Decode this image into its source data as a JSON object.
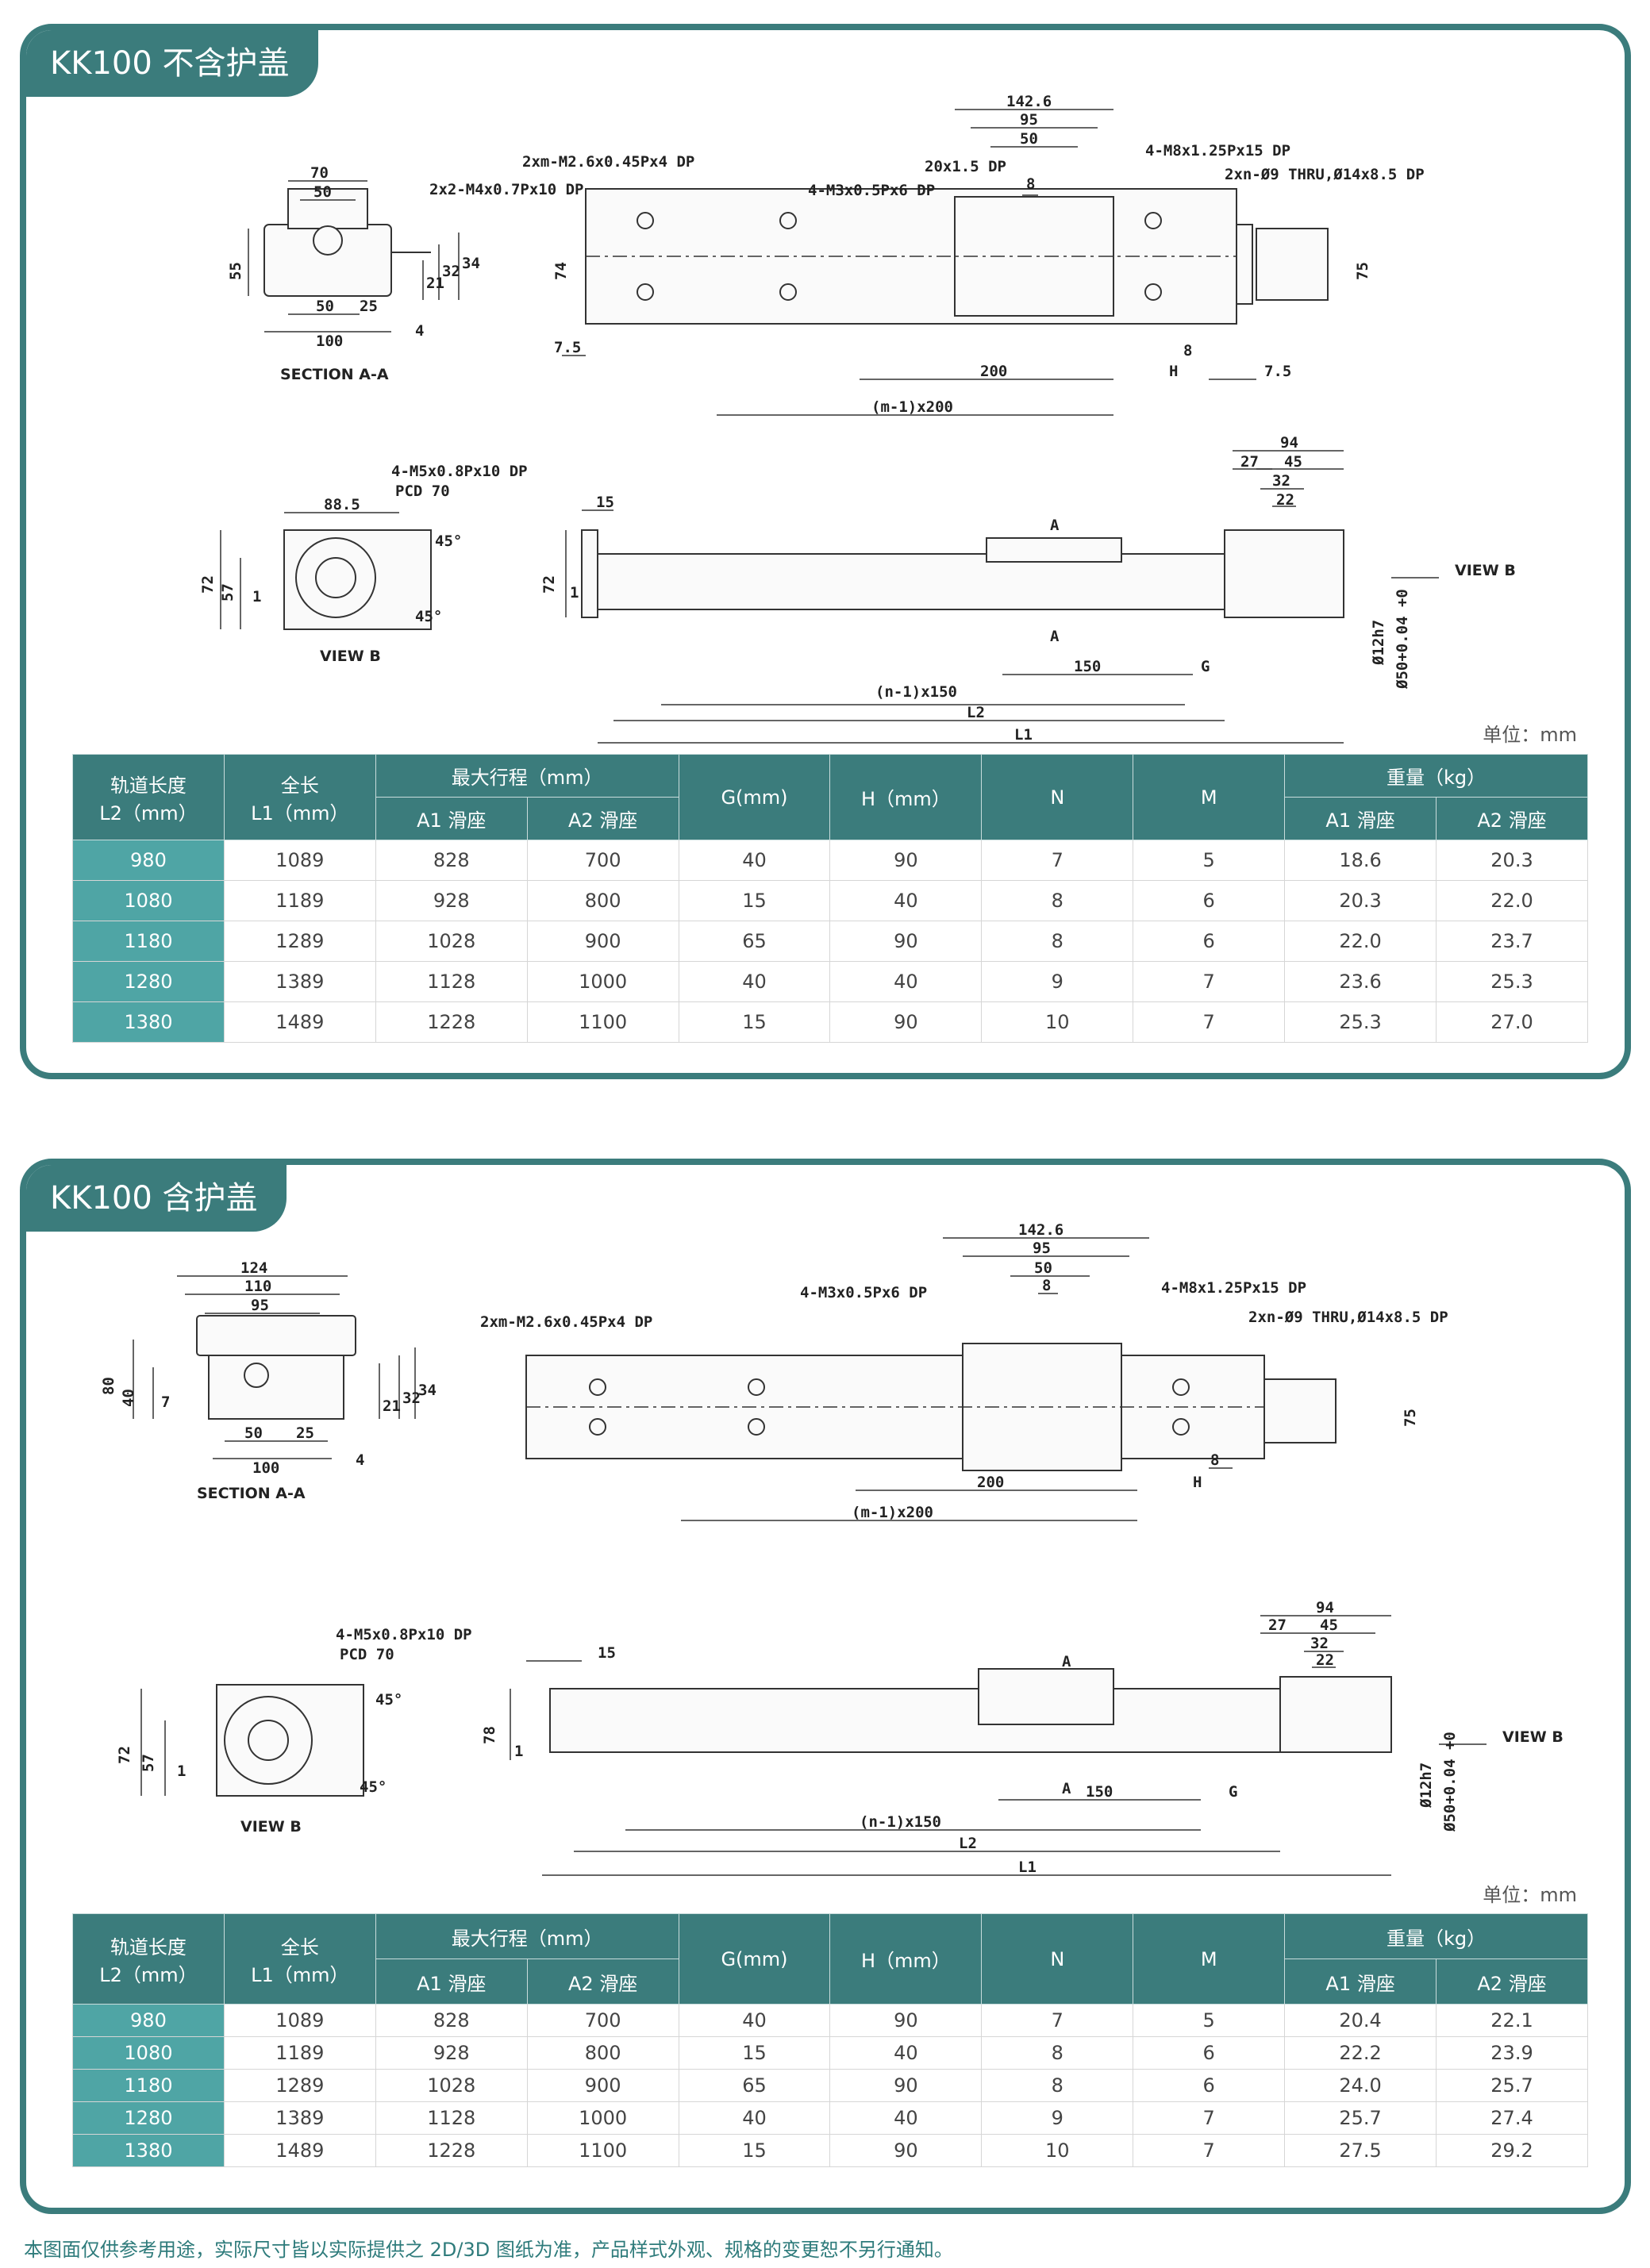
{
  "sections": [
    {
      "title": "KK100 不含护盖",
      "unit": "单位：mm",
      "drawing": {
        "callouts": [
          "2xm-M2.6x0.45Px4 DP",
          "2x2-M4x0.7Px10 DP",
          "4-M3x0.5Px6 DP",
          "4-M8x1.25Px15 DP",
          "2xn-Ø9 THRU,Ø14x8.5 DP",
          "4-M5x0.8Px10 DP",
          "PCD 70",
          "SECTION A-A",
          "VIEW B",
          "VIEW B",
          "A",
          "A"
        ],
        "dims": [
          "142.6",
          "95",
          "50",
          "20x1.5 DP",
          "8",
          "70",
          "50",
          "55",
          "21",
          "32",
          "34",
          "50",
          "25",
          "100",
          "4",
          "74",
          "75",
          "7.5",
          "200",
          "H",
          "8",
          "7.5",
          "(m-1)x200",
          "88.5",
          "45°",
          "45°",
          "72",
          "57",
          "1",
          "15",
          "72",
          "1",
          "150",
          "G",
          "(n-1)x150",
          "L2",
          "L1",
          "94",
          "27",
          "45",
          "32",
          "22",
          "Ø12h7",
          "Ø50+0.04 +0"
        ]
      },
      "table": {
        "head": {
          "l2": "轨道长度\nL2（mm）",
          "l1": "全长\nL1（mm）",
          "stroke": "最大行程（mm）",
          "g": "G(mm)",
          "h": "H（mm）",
          "n": "N",
          "m": "M",
          "weight": "重量（kg）",
          "a1": "A1 滑座",
          "a2": "A2 滑座"
        },
        "rows": [
          [
            "980",
            "1089",
            "828",
            "700",
            "40",
            "90",
            "7",
            "5",
            "18.6",
            "20.3"
          ],
          [
            "1080",
            "1189",
            "928",
            "800",
            "15",
            "40",
            "8",
            "6",
            "20.3",
            "22.0"
          ],
          [
            "1180",
            "1289",
            "1028",
            "900",
            "65",
            "90",
            "8",
            "6",
            "22.0",
            "23.7"
          ],
          [
            "1280",
            "1389",
            "1128",
            "1000",
            "40",
            "40",
            "9",
            "7",
            "23.6",
            "25.3"
          ],
          [
            "1380",
            "1489",
            "1228",
            "1100",
            "15",
            "90",
            "10",
            "7",
            "25.3",
            "27.0"
          ]
        ]
      }
    },
    {
      "title": "KK100 含护盖",
      "unit": "单位：mm",
      "drawing": {
        "callouts": [
          "4-M3x0.5Px6 DP",
          "4-M8x1.25Px15 DP",
          "2xm-M2.6x0.45Px4 DP",
          "2xn-Ø9 THRU,Ø14x8.5 DP",
          "4-M5x0.8Px10 DP",
          "PCD 70",
          "SECTION A-A",
          "VIEW B",
          "VIEW B",
          "A",
          "A"
        ],
        "dims": [
          "142.6",
          "95",
          "50",
          "8",
          "124",
          "110",
          "95",
          "80",
          "40",
          "7",
          "21",
          "32",
          "34",
          "50",
          "25",
          "100",
          "4",
          "75",
          "200",
          "8",
          "H",
          "(m-1)x200",
          "15",
          "94",
          "27",
          "45",
          "32",
          "22",
          "78",
          "1",
          "150",
          "G",
          "(n-1)x150",
          "L2",
          "L1",
          "72",
          "57",
          "1",
          "45°",
          "45°",
          "Ø12h7",
          "Ø50+0.04 +0"
        ]
      },
      "table": {
        "head": {
          "l2": "轨道长度\nL2（mm）",
          "l1": "全长\nL1（mm）",
          "stroke": "最大行程（mm）",
          "g": "G(mm)",
          "h": "H（mm）",
          "n": "N",
          "m": "M",
          "weight": "重量（kg）",
          "a1": "A1 滑座",
          "a2": "A2 滑座"
        },
        "rows": [
          [
            "980",
            "1089",
            "828",
            "700",
            "40",
            "90",
            "7",
            "5",
            "20.4",
            "22.1"
          ],
          [
            "1080",
            "1189",
            "928",
            "800",
            "15",
            "40",
            "8",
            "6",
            "22.2",
            "23.9"
          ],
          [
            "1180",
            "1289",
            "1028",
            "900",
            "65",
            "90",
            "8",
            "6",
            "24.0",
            "25.7"
          ],
          [
            "1280",
            "1389",
            "1128",
            "1000",
            "40",
            "40",
            "9",
            "7",
            "25.7",
            "27.4"
          ],
          [
            "1380",
            "1489",
            "1228",
            "1100",
            "15",
            "90",
            "10",
            "7",
            "27.5",
            "29.2"
          ]
        ]
      }
    }
  ],
  "footnote": "本图面仅供参考用途，实际尺寸皆以实际提供之 2D/3D 图纸为准，产品样式外观、规格的变更恕不另行通知。"
}
